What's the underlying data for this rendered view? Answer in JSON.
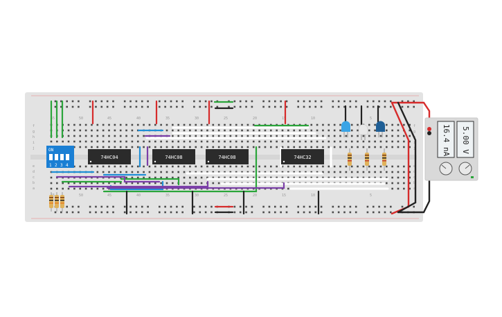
{
  "breadboard": {
    "top_numbers": [
      "55",
      "50",
      "45",
      "40",
      "35",
      "30",
      "25",
      "20",
      "15",
      "10",
      "5"
    ],
    "bottom_numbers": [
      "55",
      "50",
      "45",
      "40",
      "35",
      "30",
      "25",
      "20",
      "15",
      "10",
      "5"
    ],
    "row_letters_upper": [
      "f",
      "g",
      "h",
      "i",
      "j"
    ],
    "row_letters_lower": [
      "e",
      "d",
      "c",
      "b",
      "a"
    ]
  },
  "chips": [
    {
      "label": "74HC04"
    },
    {
      "label": "74HC08"
    },
    {
      "label": "74HC08"
    },
    {
      "label": "74HC32"
    }
  ],
  "dip_switch": {
    "on_label": "ON",
    "positions": [
      "1",
      "2",
      "3",
      "4"
    ],
    "color": "#1a7fd4"
  },
  "leds": [
    {
      "color_name": "blue",
      "color": "#3aa4e6"
    },
    {
      "color_name": "white",
      "color": "#e8e8e8"
    },
    {
      "color_name": "dark-blue",
      "color": "#1f5f96"
    }
  ],
  "power_supply": {
    "current_display": "16.4 nA",
    "voltage_display": "5.00 V",
    "knobs": [
      "current-knob",
      "voltage-knob"
    ]
  },
  "colors": {
    "board": "#e3e3e3",
    "rail_red": "#e23333",
    "wire_green": "#2aa53a",
    "wire_blue": "#1f8fd6",
    "wire_purple": "#7b3fa8",
    "wire_red": "#d62b2b",
    "wire_black": "#222222",
    "wire_white": "#ffffff"
  }
}
